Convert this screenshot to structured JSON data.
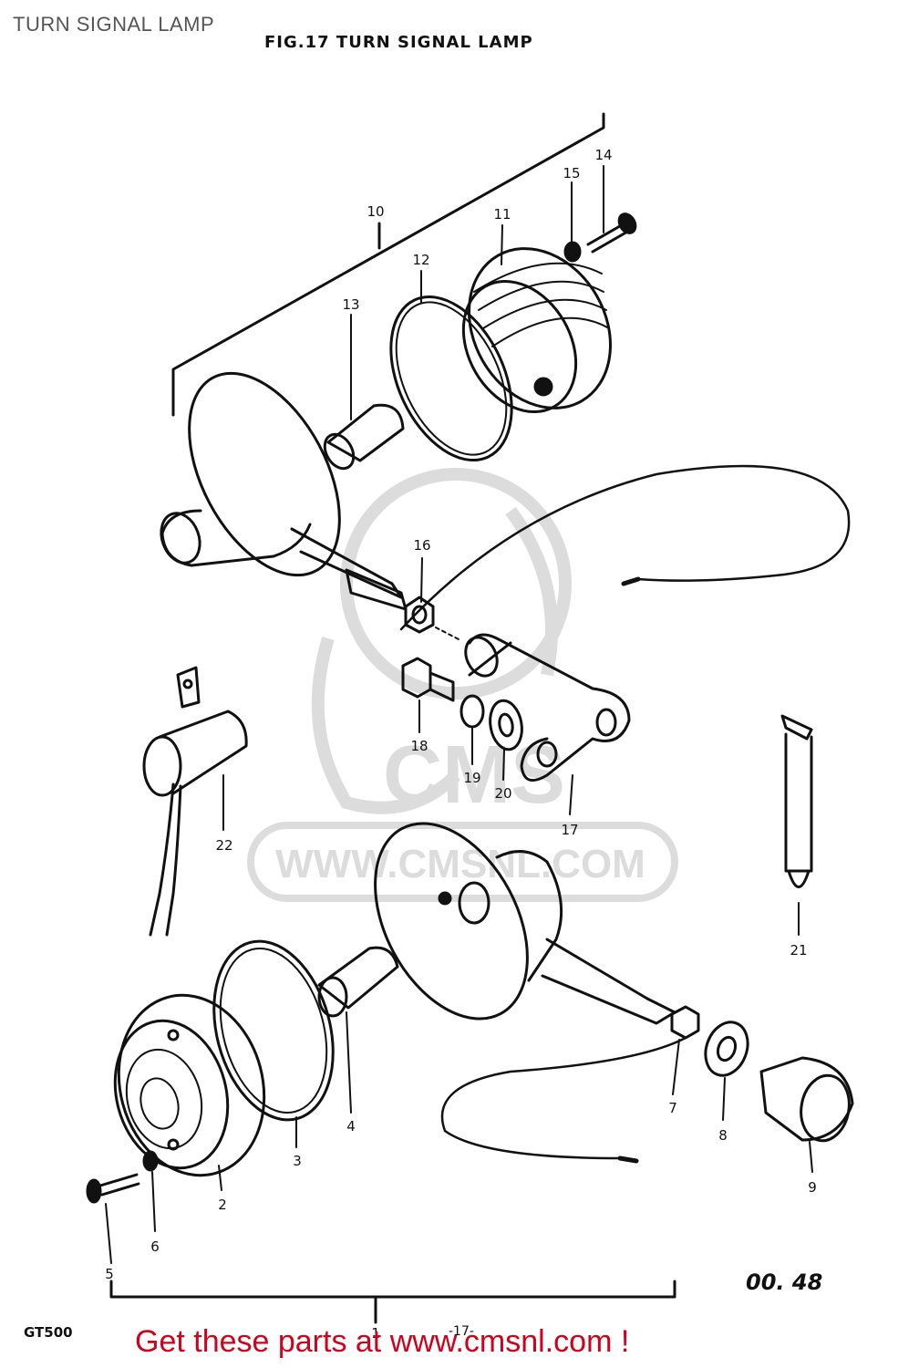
{
  "page_title": "TURN SIGNAL LAMP",
  "figure_title": "FIG.17  TURN SIGNAL LAMP",
  "callouts": [
    "1",
    "2",
    "3",
    "4",
    "5",
    "6",
    "7",
    "8",
    "9",
    "10",
    "11",
    "12",
    "13",
    "14",
    "15",
    "16",
    "17",
    "18",
    "19",
    "20",
    "21",
    "22"
  ],
  "model": "GT500",
  "page_number": "-17-",
  "drawing_code": "00. 48",
  "watermark": {
    "url": "WWW.CMSNL.COM",
    "brand": "CMS"
  },
  "banner": "Get these parts at www.cmsnl.com !",
  "colors": {
    "ink": "#111111",
    "watermark": "#dcdcdc",
    "banner": "#d0021b"
  }
}
